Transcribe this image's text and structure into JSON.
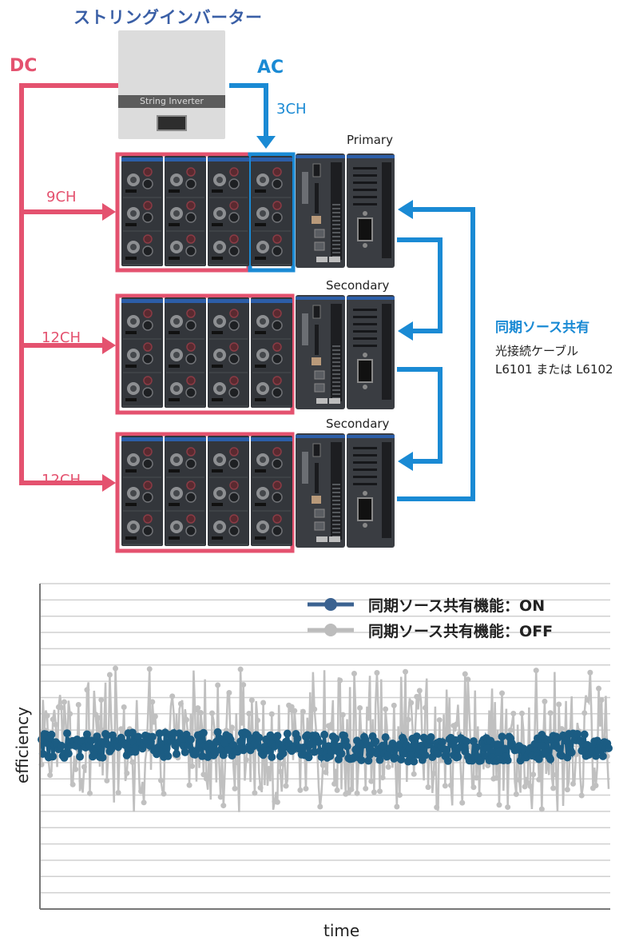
{
  "diagram": {
    "title": "ストリングインバーター",
    "inverter_label": "String Inverter",
    "dc_label": "DC",
    "ac_label": "AC",
    "ac_channels": "3CH",
    "dc_channels": [
      "9CH",
      "12CH",
      "12CH"
    ],
    "units": [
      {
        "role": "Primary",
        "dc_modules": 3,
        "ac_modules": 1
      },
      {
        "role": "Secondary",
        "dc_modules": 4,
        "ac_modules": 0
      },
      {
        "role": "Secondary",
        "dc_modules": 4,
        "ac_modules": 0
      }
    ],
    "sync": {
      "title": "同期ソース共有",
      "line1": "光接続ケーブル",
      "line2": "L6101 または L6102"
    },
    "colors": {
      "dc": "#e4526f",
      "ac": "#1a8ad4",
      "title": "#3a5fa6"
    }
  },
  "chart_data": {
    "type": "line",
    "title": "",
    "xlabel": "time",
    "ylabel": "efficiency",
    "grid": true,
    "legend_position": "top-right",
    "ylim": [
      0,
      20
    ],
    "xlim": [
      0,
      400
    ],
    "series": [
      {
        "name": "同期ソース共有機能：ON",
        "color": "#1b5c83",
        "mean": 10,
        "spread": 0.8,
        "description": "narrow band around the mean"
      },
      {
        "name": "同期ソース共有機能：OFF",
        "color": "#c0c0c0",
        "mean": 10,
        "spread": 4.8,
        "description": "wide noisy band with spikes"
      }
    ]
  }
}
